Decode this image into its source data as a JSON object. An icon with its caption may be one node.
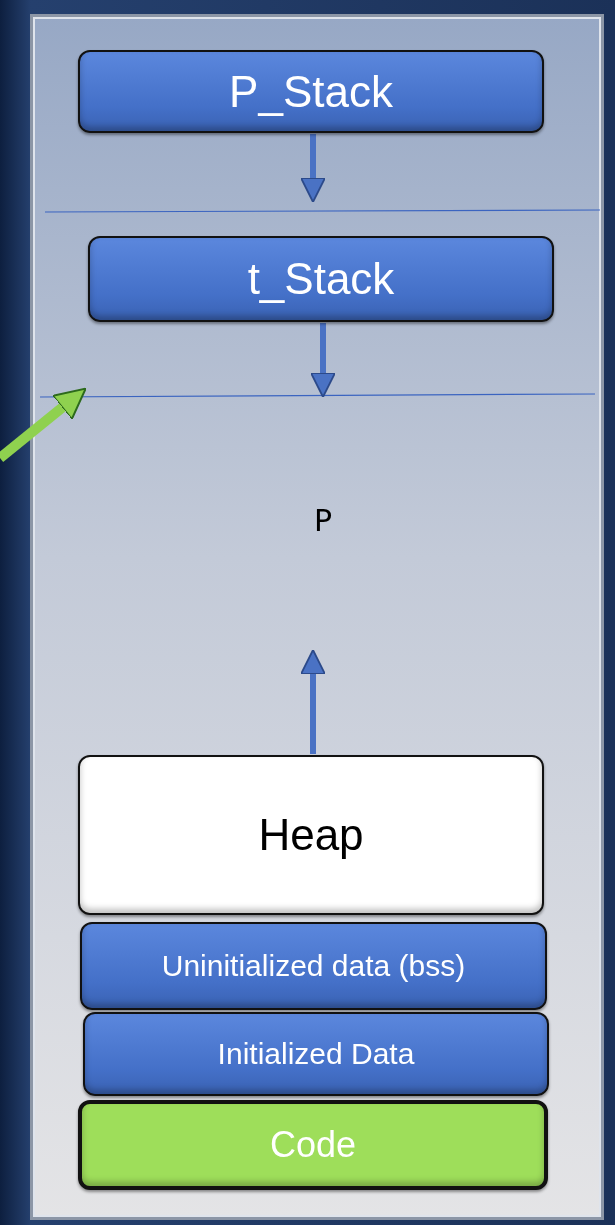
{
  "diagram": {
    "nodes": [
      {
        "text": [
          "P_Stack"
        ]
      },
      {
        "text": [
          "t_Stack"
        ]
      },
      {
        "text": [
          "P"
        ]
      },
      {
        "text": [
          "Heap"
        ]
      },
      {
        "text": [
          "Uninitialized data (bss)"
        ]
      },
      {
        "text": [
          "Initialized Data"
        ]
      },
      {
        "text": [
          "Code"
        ]
      }
    ],
    "edges": [
      {
        "from": 0,
        "to": null,
        "arrow": "to"
      },
      {
        "from": 1,
        "to": null,
        "arrow": "to"
      },
      {
        "from": 3,
        "to": null,
        "arrow": "to"
      }
    ]
  }
}
